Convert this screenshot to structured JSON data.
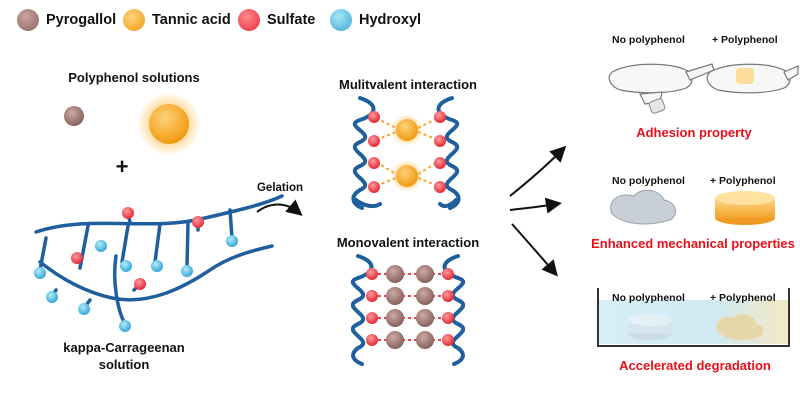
{
  "legend": [
    {
      "label": "Pyrogallol",
      "color": "#a07c76"
    },
    {
      "label": "Tannic acid",
      "color": "#f5a623"
    },
    {
      "label": "Sulfate",
      "color": "#f0404a"
    },
    {
      "label": "Hydroxyl",
      "color": "#45b8e0"
    }
  ],
  "left": {
    "polyphenol_title": "Polyphenol solutions",
    "plus": "+",
    "carrageenan_line1": "kappa-Carrageenan",
    "carrageenan_line2": "solution"
  },
  "gelation": "Gelation",
  "middle": {
    "multivalent_title": "Mulitvalent interaction",
    "monovalent_title": "Monovalent interaction"
  },
  "right": {
    "adhesion": {
      "no": "No polyphenol",
      "plus": "+ Polyphenol",
      "title": "Adhesion property"
    },
    "mechanical": {
      "no": "No polyphenol",
      "plus": "+ Polyphenol",
      "title": "Enhanced mechanical properties"
    },
    "degradation": {
      "no": "No polyphenol",
      "plus": "+ Polyphenol",
      "title": "Accelerated degradation"
    }
  },
  "colors": {
    "helix": "#1f5f9e",
    "title_red": "#e8101a"
  }
}
